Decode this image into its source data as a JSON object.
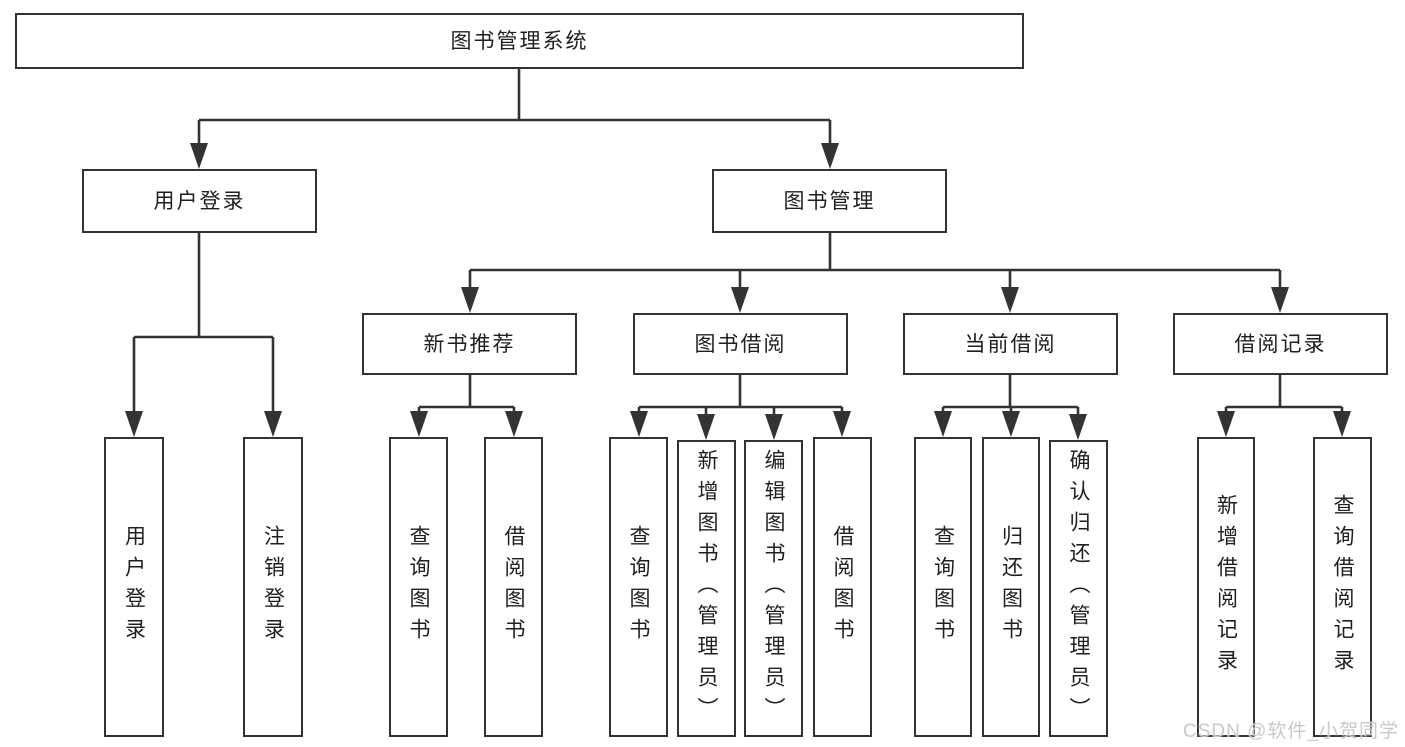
{
  "diagram": {
    "root": {
      "label": "图书管理系统"
    },
    "login": {
      "label": "用户登录",
      "children": [
        {
          "label": "用户登录"
        },
        {
          "label": "注销登录"
        }
      ]
    },
    "management": {
      "label": "图书管理",
      "groups": [
        {
          "label": "新书推荐",
          "children": [
            {
              "label": "查询图书"
            },
            {
              "label": "借阅图书"
            }
          ]
        },
        {
          "label": "图书借阅",
          "children": [
            {
              "label": "查询图书"
            },
            {
              "label": "新增图书（管理员）"
            },
            {
              "label": "编辑图书（管理员）"
            },
            {
              "label": "借阅图书"
            }
          ]
        },
        {
          "label": "当前借阅",
          "children": [
            {
              "label": "查询图书"
            },
            {
              "label": "归还图书"
            },
            {
              "label": "确认归还（管理员）"
            }
          ]
        },
        {
          "label": "借阅记录",
          "children": [
            {
              "label": "新增借阅记录"
            },
            {
              "label": "查询借阅记录"
            }
          ]
        }
      ]
    },
    "colors": {
      "line": "#333333",
      "text": "#1f1f1f",
      "watermark": "#c9c9c9"
    },
    "watermark": "CSDN @软件_小贺同学"
  }
}
